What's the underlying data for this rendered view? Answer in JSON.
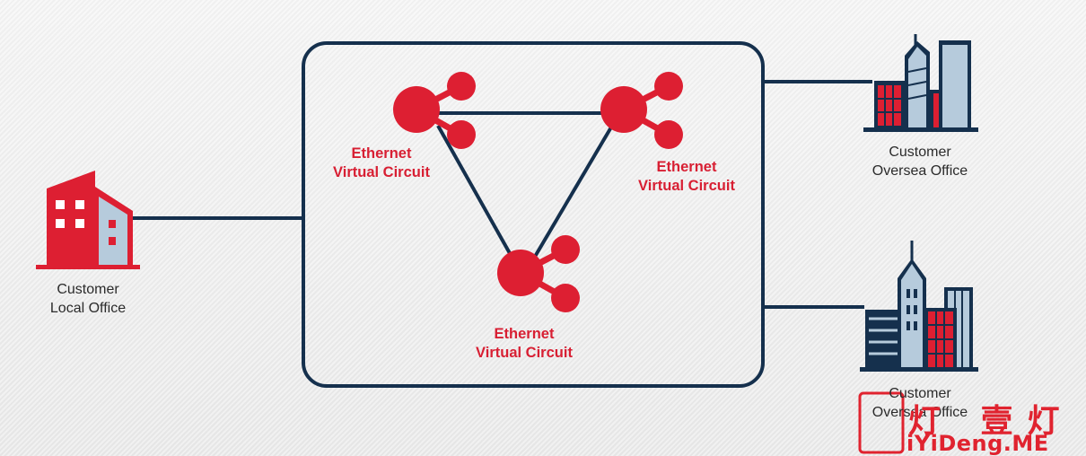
{
  "offices": {
    "local": "Customer\nLocal Office",
    "oversea_top": "Customer\nOversea Office",
    "oversea_bottom": "Customer\nOversea Office"
  },
  "circuits": {
    "left": "Ethernet\nVirtual Circuit",
    "right": "Ethernet\nVirtual Circuit",
    "bottom": "Ethernet\nVirtual Circuit"
  },
  "watermark": {
    "chinese": "灯 壹灯",
    "domain": "iYiDeng.ME"
  },
  "colors": {
    "navy": "#15304d",
    "red": "#dd1f32",
    "light_blue": "#b6cbdc"
  },
  "icons": [
    "building-icon",
    "skyscraper-icon",
    "share-node-icon"
  ]
}
